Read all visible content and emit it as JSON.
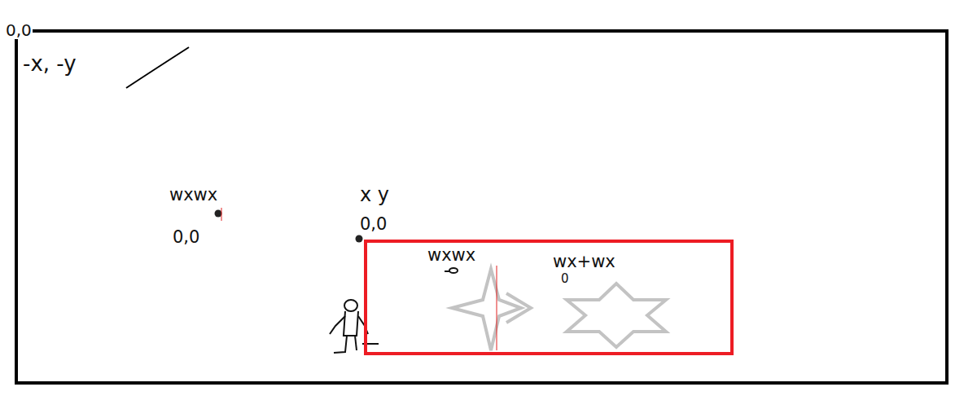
{
  "diagram": {
    "nodes": [
      {
        "text": [
          "-x, -y",
          "wxwx",
          "0,0",
          "x y",
          "0,0"
        ]
      },
      {
        "text": [
          "wxwx",
          "wx+wx",
          "0"
        ],
        "in": 0
      }
    ],
    "labels": [
      "0,0"
    ]
  }
}
